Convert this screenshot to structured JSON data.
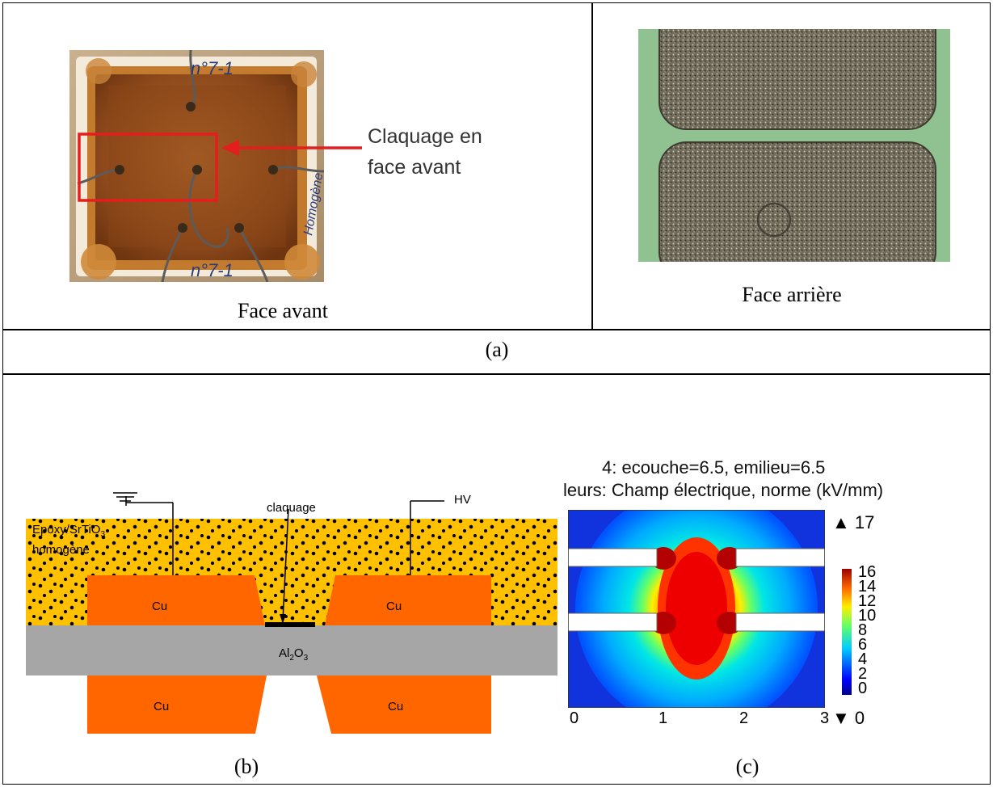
{
  "panel_a": {
    "front_photo": {
      "annotation": "Claquage en\nface avant",
      "annotation_line1": "Claquage en",
      "annotation_line2": "face avant",
      "caption": "Face avant",
      "sample_mark_top": "n°7-1",
      "sample_mark_bottom": "n°7-1",
      "sample_mark_side": "Homogène"
    },
    "back_photo": {
      "caption": "Face arrière"
    },
    "label": "(a)"
  },
  "panel_b": {
    "label": "(b)",
    "layer_label_line1": "Epoxy/SrTiO",
    "layer_label_sub": "3",
    "layer_label_line2": "homogène",
    "substrate_label": "Al",
    "substrate_sub1": "2",
    "substrate_mid": "O",
    "substrate_sub2": "3",
    "cu_label": "Cu",
    "breakdown_label": "claquage",
    "hv_label": "HV",
    "colors": {
      "epoxy": "#ffc000",
      "copper": "#ff6600",
      "alumina": "#a6a6a6",
      "ink": "#000000"
    }
  },
  "panel_c": {
    "label": "(c)",
    "title_line1": "4: ecouche=6.5, emilieu=6.5",
    "title_line2": "leurs: Champ électrique, norme (kV/mm)",
    "max_marker": "▲ 17",
    "min_marker": "▼ 0",
    "colorbar_ticks": [
      "16",
      "14",
      "12",
      "10",
      "8",
      "6",
      "4",
      "2",
      "0"
    ],
    "x_ticks": [
      "0",
      "1",
      "2",
      "3"
    ]
  }
}
